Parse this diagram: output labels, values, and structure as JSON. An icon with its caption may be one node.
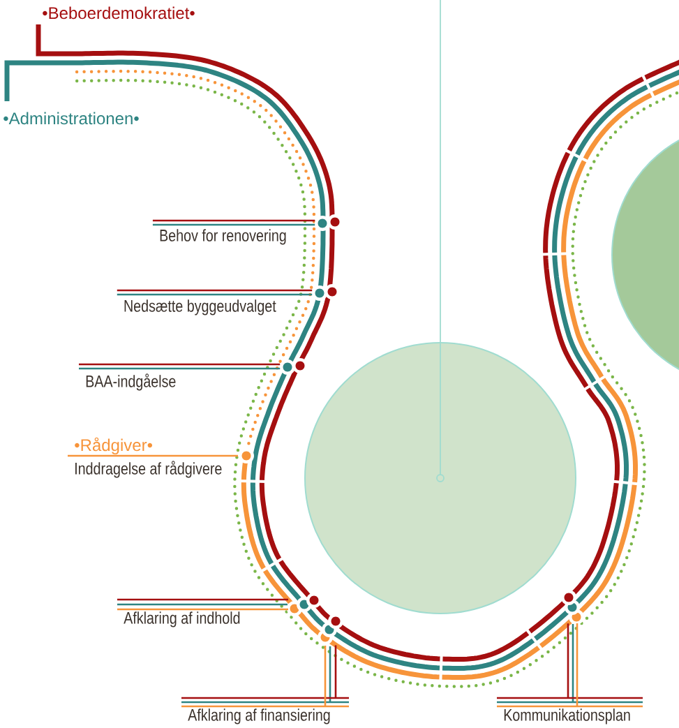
{
  "diagram": {
    "nodes": [
      {
        "text": [
          "Behov for renovering"
        ]
      },
      {
        "text": [
          "Nedsætte byggeudvalget"
        ]
      },
      {
        "text": [
          "BAA-indgåelse"
        ]
      },
      {
        "text": [
          "Inddragelse af rådgivere"
        ]
      },
      {
        "text": [
          "Afklaring af indhold"
        ]
      },
      {
        "text": [
          "Afklaring af finansiering"
        ]
      },
      {
        "text": [
          "Kommunikationsplan"
        ]
      },
      {
        "text": [],
        "shape": "circle"
      },
      {
        "text": [],
        "shape": "circle"
      },
      {
        "text": [],
        "shape": "circle"
      },
      {
        "text": [],
        "shape": "circle"
      },
      {
        "text": [],
        "shape": "circle"
      },
      {
        "text": [],
        "shape": "circle"
      },
      {
        "text": [],
        "shape": "circle"
      },
      {
        "text": [],
        "shape": "circle"
      },
      {
        "text": [],
        "shape": "circle"
      }
    ],
    "edges": [
      {
        "from": 0,
        "to": 7,
        "arrow": "none"
      },
      {
        "from": 0,
        "to": 7,
        "arrow": "none",
        "color": "#a50f10"
      },
      {
        "from": 1,
        "to": 8,
        "arrow": "none"
      },
      {
        "from": 1,
        "to": 8,
        "arrow": "none",
        "color": "#a50f10"
      },
      {
        "from": 2,
        "to": 9,
        "arrow": "none"
      },
      {
        "from": 2,
        "to": 9,
        "arrow": "none",
        "color": "#a50f10"
      },
      {
        "from": 3,
        "to": 10,
        "arrow": "none",
        "color": "#f7943a"
      },
      {
        "from": 4,
        "to": 11,
        "arrow": "none"
      },
      {
        "from": 4,
        "to": 11,
        "arrow": "none",
        "color": "#a50f10"
      },
      {
        "from": 4,
        "to": 11,
        "arrow": "none",
        "color": "#f7943a"
      },
      {
        "from": 5,
        "to": 12,
        "arrow": "none"
      },
      {
        "from": 5,
        "to": 12,
        "arrow": "none",
        "color": "#a50f10"
      },
      {
        "from": 5,
        "to": 12,
        "arrow": "none",
        "color": "#f7943a"
      },
      {
        "from": 6,
        "to": 13,
        "arrow": "none"
      },
      {
        "from": 6,
        "to": 13,
        "arrow": "none",
        "color": "#a50f10"
      },
      {
        "from": 6,
        "to": 13,
        "arrow": "none",
        "color": "#f7943a"
      },
      {
        "from": null,
        "to": 14,
        "arrow": "none",
        "color": "#a0dcd0"
      }
    ],
    "labels": [
      "•Beboerdemokratiet•",
      "•Administrationen•",
      "•Rådgiver•"
    ]
  }
}
